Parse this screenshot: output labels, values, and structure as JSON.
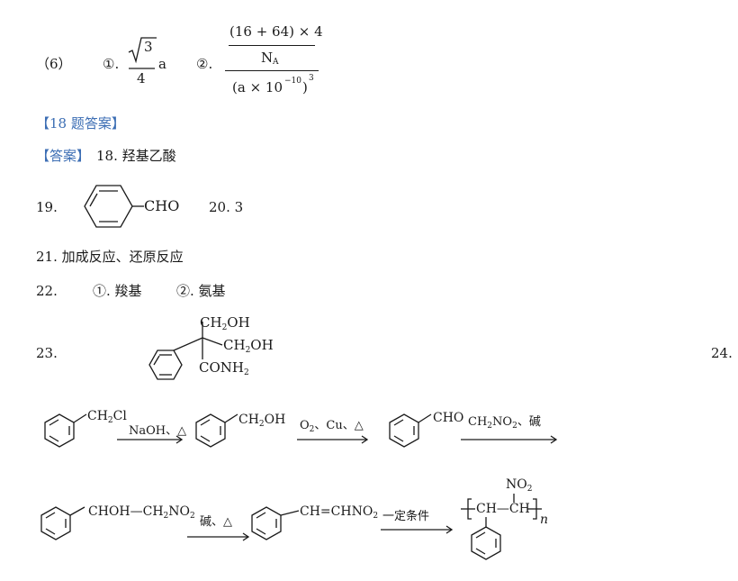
{
  "q6": {
    "label": "（6）",
    "part1": "①.",
    "sqrt_radicand": "3",
    "denominator": "4",
    "var": "a",
    "part2": "②.",
    "numerator": "(16 + 64) × 4",
    "na_main": "N",
    "na_sub": "A",
    "bottom": "(a × 10",
    "exp_neg": "−10",
    "bottom_close": ")",
    "exp3": "3"
  },
  "q18_header": "【18 题答案】",
  "answer_tag": "【答案】",
  "q18_text": "18. 羟基乙酸",
  "q19_label": "19.",
  "q19_group": "CHO",
  "q20": "20. 3",
  "q21": "21. 加成反应、还原反应",
  "q22": {
    "num": "22.",
    "a1": "①. 羧基",
    "a2": "②. 氨基"
  },
  "q23": {
    "num": "23.",
    "ch2oh_1": "CH",
    "ch2oh_1_sub": "2",
    "ch2oh_1_tail": "OH",
    "ch2oh_2": "CH",
    "ch2oh_2_sub": "2",
    "ch2oh_2_tail": "OH",
    "conh2": "CONH",
    "conh2_sub": "2"
  },
  "q24_num": "24.",
  "route1": {
    "s1": "CH",
    "s1_sub": "2",
    "s1_tail": "Cl",
    "r1": "NaOH、△",
    "s2": "CH",
    "s2_sub": "2",
    "s2_tail": "OH",
    "r2a": "O",
    "r2a_sub": "2",
    "r2b": "、Cu、△",
    "s3": "CHO",
    "r3a": "CH",
    "r3a_sub": "2",
    "r3b": "NO",
    "r3b_sub": "2",
    "r3c": "、碱"
  },
  "route2": {
    "s4": "CHOH—CH",
    "s4_sub": "2",
    "s4_tail": "NO",
    "s4_sub2": "2",
    "r4": "碱、△",
    "s5": "CH=CHNO",
    "s5_sub": "2",
    "r5": "一定条件",
    "poly_top": "NO",
    "poly_top_sub": "2",
    "poly_chain": "CH—CH",
    "poly_n": "n"
  }
}
